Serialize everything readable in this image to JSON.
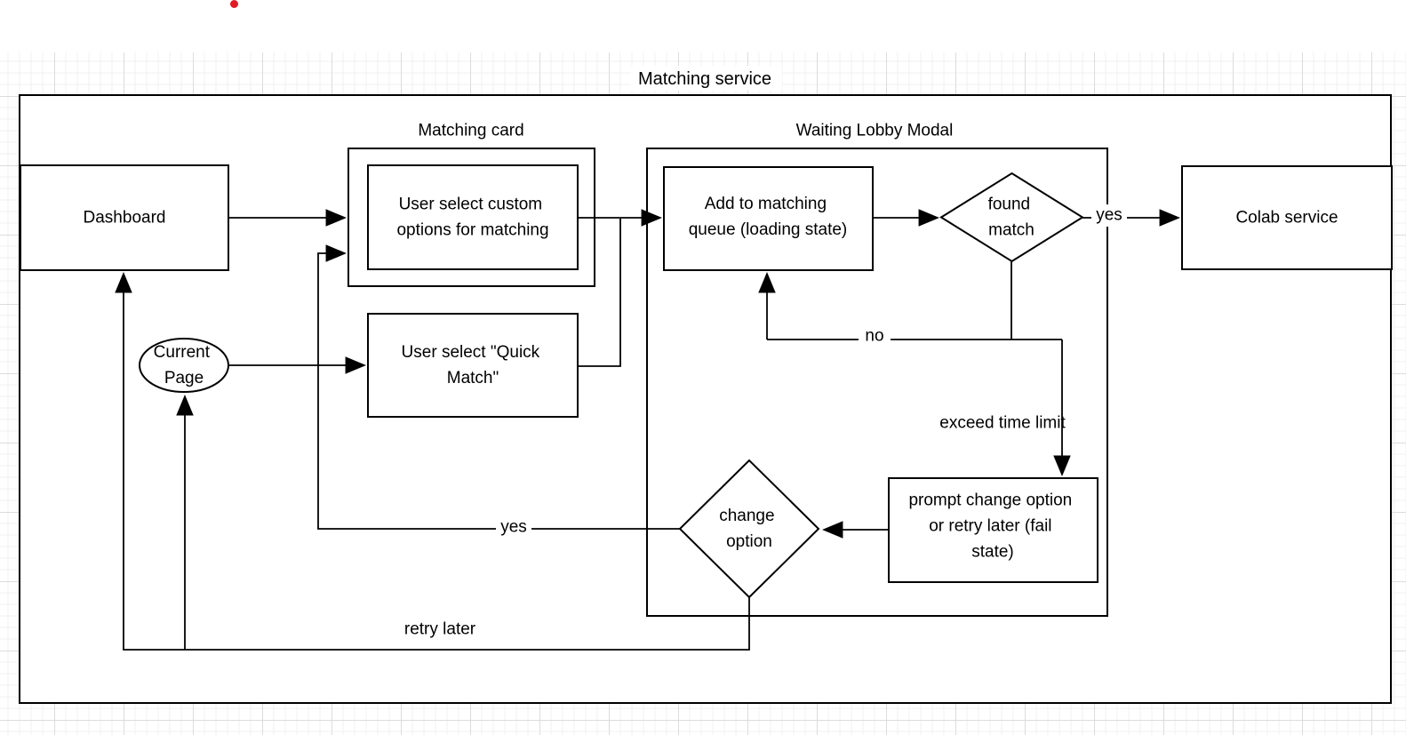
{
  "diagram": {
    "title": {
      "label": "Matching service"
    },
    "containers": {
      "matching_card": {
        "label": "Matching card"
      },
      "waiting_lobby": {
        "label": "Waiting Lobby Modal"
      }
    },
    "nodes": {
      "dashboard": {
        "label": "Dashboard"
      },
      "current_page": {
        "lines": [
          "Current",
          "Page"
        ]
      },
      "custom_options": {
        "lines": [
          "User select custom",
          "options for matching"
        ]
      },
      "quick_match": {
        "lines": [
          "User select \"Quick",
          "Match\""
        ]
      },
      "add_queue": {
        "lines": [
          "Add to matching",
          "queue (loading state)"
        ]
      },
      "found_match": {
        "lines": [
          "found",
          "match"
        ]
      },
      "colab_service": {
        "label": "Colab service"
      },
      "fail_state": {
        "lines": [
          "prompt change option",
          "or retry later (fail",
          "state)"
        ]
      },
      "change_option": {
        "lines": [
          "change",
          "option"
        ]
      }
    },
    "edge_labels": {
      "found_yes": "yes",
      "found_no": "no",
      "exceed_time": "exceed time limit",
      "change_yes": "yes",
      "retry_later": "retry later"
    },
    "colors": {
      "stroke": "#000000",
      "background": "#ffffff",
      "grid_minor": "#f0f0f0",
      "grid_major": "#dcdcdc",
      "annotation_dot": "#e01b24"
    }
  }
}
